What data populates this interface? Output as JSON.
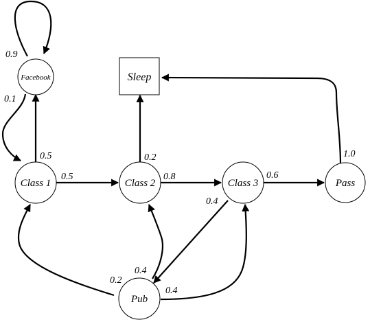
{
  "nodes": {
    "facebook": "Facebook",
    "sleep": "Sleep",
    "class1": "Class 1",
    "class2": "Class 2",
    "class3": "Class 3",
    "pass": "Pass",
    "pub": "Pub"
  },
  "edges": {
    "facebook_facebook": "0.9",
    "facebook_class1": "0.1",
    "class1_facebook": "0.5",
    "class1_class2": "0.5",
    "class2_sleep": "0.2",
    "class2_class3": "0.8",
    "class3_pass": "0.6",
    "class3_pub": "0.4",
    "pass_sleep": "1.0",
    "pub_class1": "0.2",
    "pub_class2": "0.4",
    "pub_class3": "0.4"
  },
  "colors": {
    "stroke": "#000000",
    "background": "#ffffff"
  }
}
